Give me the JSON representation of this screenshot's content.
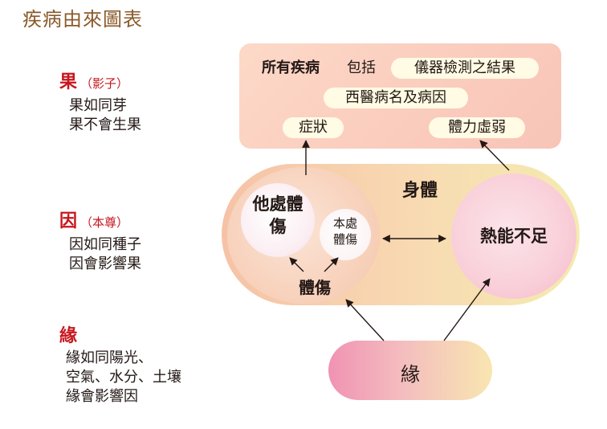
{
  "title": "疾病由來圖表",
  "legend": {
    "fruit": {
      "head": "果",
      "sub": "（影子）",
      "lines": [
        "果如同芽",
        "果不會生果"
      ]
    },
    "cause": {
      "head": "因",
      "sub": "（本尊）",
      "lines": [
        "因如同種子",
        "因會影響果"
      ]
    },
    "condition": {
      "head": "緣",
      "lines": [
        "緣如同陽光、",
        "空氣、水分、土壤",
        "緣會影響因"
      ]
    }
  },
  "top_box": {
    "all_diseases": "所有疾病",
    "include": "包括",
    "exam_results": "儀器檢測之結果",
    "disease_names": "西醫病名及病因",
    "symptoms": "症狀",
    "weakness": "體力虛弱"
  },
  "body": {
    "label": "身體",
    "other_injury": "他處體傷",
    "self_injury": "本處體傷",
    "injury": "體傷",
    "insufficient_heat": "熱能不足"
  },
  "condition_node": "緣"
}
